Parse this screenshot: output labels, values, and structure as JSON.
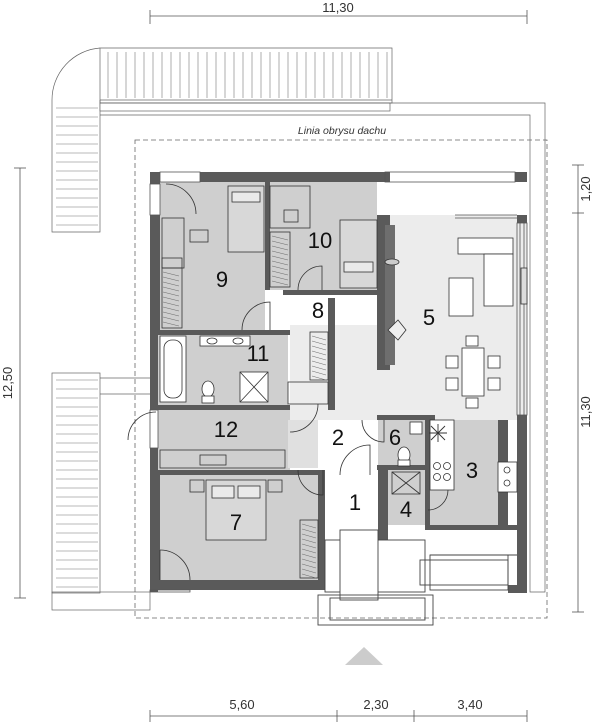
{
  "dimensions": {
    "top_overall": "11,30",
    "left_overall": "12,50",
    "right_top": "1,20",
    "right_main": "11,30",
    "bottom_segments": [
      "5,60",
      "2,30",
      "3,40"
    ]
  },
  "roof_outline_label": "Linia obrysu dachu",
  "rooms": [
    "1",
    "2",
    "3",
    "4",
    "5",
    "6",
    "7",
    "8",
    "9",
    "10",
    "11",
    "12"
  ],
  "colors": {
    "wall": "#5a5a5a",
    "room_fill": "#cfcfcf",
    "living_fill": "#ececec",
    "line": "#444444",
    "entrance_arrow": "#cccccc"
  }
}
